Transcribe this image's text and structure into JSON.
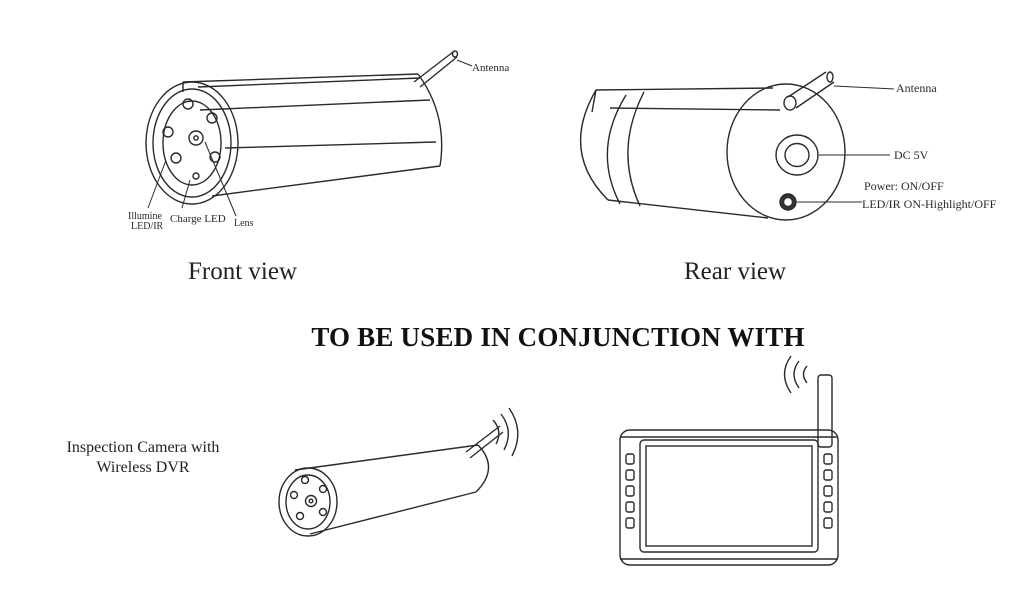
{
  "front_view": {
    "caption": "Front view",
    "labels": {
      "antenna": "Antenna",
      "illumination_led_line1": "Illumine",
      "illumination_led_line2": "LED/IR",
      "charge_led": "Charge LED",
      "lens": "Lens"
    }
  },
  "rear_view": {
    "caption": "Rear view",
    "labels": {
      "antenna": "Antenna",
      "dc_5v": "DC 5V",
      "power": "Power:  ON/OFF",
      "led_switch": "LED/IR ON-Highlight/OFF"
    }
  },
  "heading": "TO BE USED IN CONJUNCTION  WITH",
  "description": {
    "line1": "Inspection Camera with",
    "line2": "Wireless DVR"
  }
}
